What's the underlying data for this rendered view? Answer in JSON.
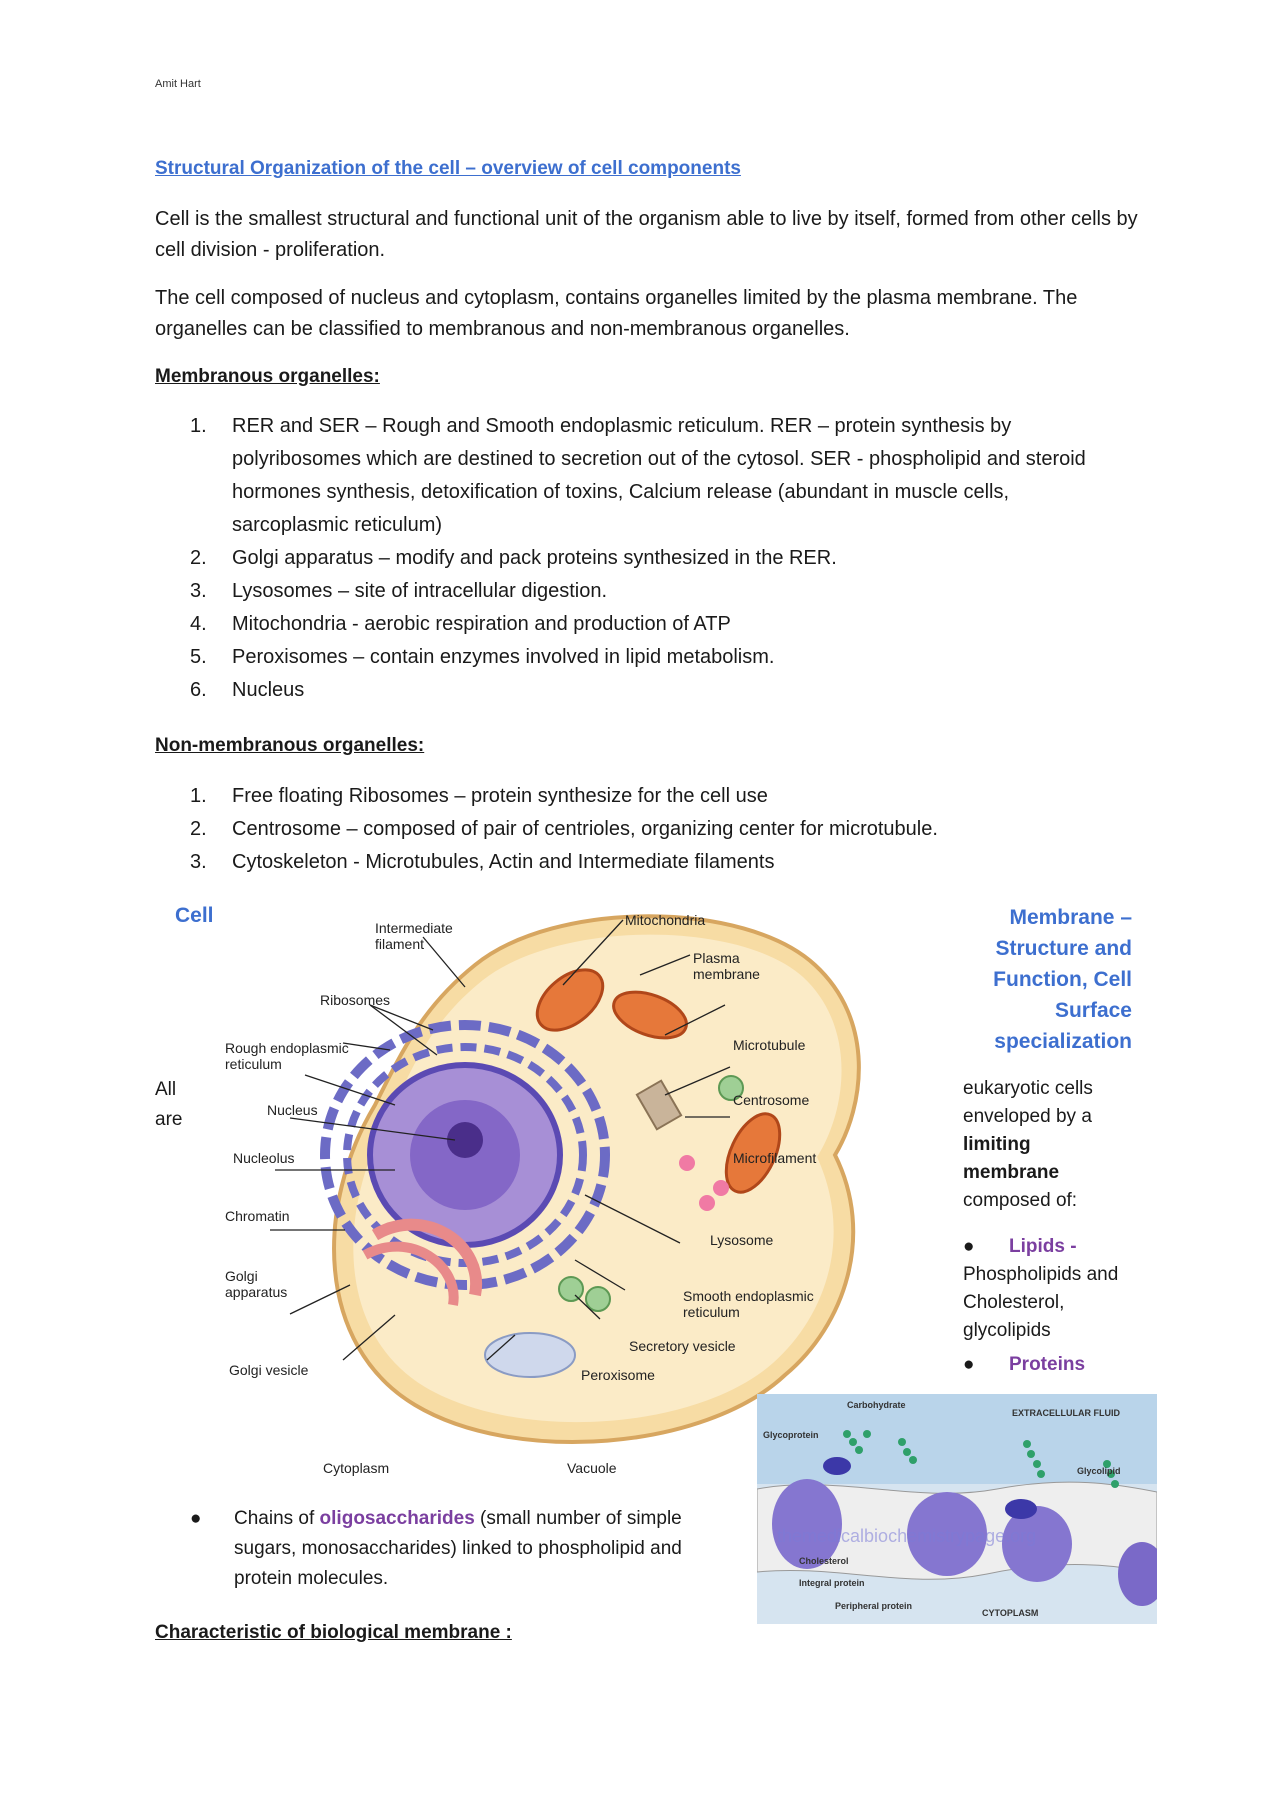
{
  "header": {
    "author": "Amit Hart"
  },
  "title": "Structural Organization of the cell – overview of cell components",
  "intro": [
    "Cell is the smallest structural and functional unit of the organism able to live by itself, formed from other cells by cell division - proliferation.",
    "The cell composed of nucleus and cytoplasm, contains organelles limited by the plasma membrane. The organelles can be classified to membranous and non-membranous organelles."
  ],
  "membranous": {
    "heading": "Membranous organelles:",
    "items": [
      {
        "num": "1.",
        "text": "RER and SER – Rough and Smooth endoplasmic reticulum. RER – protein synthesis by polyribosomes which are destined to secretion out of the cytosol. SER -  phospholipid and steroid hormones synthesis, detoxification of toxins, Calcium release (abundant in muscle cells, sarcoplasmic reticulum)"
      },
      {
        "num": "2.",
        "text": "Golgi apparatus – modify and pack proteins synthesized in the RER."
      },
      {
        "num": "3.",
        "text": "Lysosomes – site of intracellular digestion."
      },
      {
        "num": "4.",
        "text": "Mitochondria - aerobic respiration and production of ATP"
      },
      {
        "num": "5.",
        "text": "Peroxisomes – contain enzymes involved in lipid metabolism."
      },
      {
        "num": "6.",
        "text": "Nucleus"
      }
    ]
  },
  "non_membranous": {
    "heading": "Non-membranous organelles:",
    "items": [
      {
        "num": "1.",
        "text": "Free floating Ribosomes – protein synthesize for the cell use"
      },
      {
        "num": "2.",
        "text": "Centrosome – composed of pair of centrioles, organizing center for microtubule."
      },
      {
        "num": "3.",
        "text": "Cytoskeleton - Microtubules, Actin and Intermediate filaments"
      }
    ]
  },
  "cell_section": {
    "label": "Cell",
    "diagram_labels": {
      "mitochondria": "Mitochondria",
      "intermediate_filament": [
        "Intermediate",
        "filament"
      ],
      "plasma_membrane": [
        "Plasma",
        "membrane"
      ],
      "ribosomes": "Ribosomes",
      "rough_er": [
        "Rough endoplasmic",
        "reticulum"
      ],
      "microtubule": "Microtubule",
      "nucleus": "Nucleus",
      "centrosome": "Centrosome",
      "nucleolus": "Nucleolus",
      "microfilament": "Microfilament",
      "chromatin": "Chromatin",
      "lysosome": "Lysosome",
      "golgi_apparatus": [
        "Golgi",
        "apparatus"
      ],
      "smooth_er": [
        "Smooth endoplasmic",
        "reticulum"
      ],
      "secretory_vesicle": "Secretory vesicle",
      "golgi_vesicle": "Golgi vesicle",
      "peroxisome": "Peroxisome",
      "cytoplasm": "Cytoplasm",
      "vacuole": "Vacuole"
    }
  },
  "membrane_section": {
    "title_lines": [
      "Membrane –",
      "Structure and",
      "Function, Cell",
      "Surface",
      "specialization"
    ],
    "all_are": [
      "All",
      "are"
    ],
    "side_lines": [
      "eukaryotic cells",
      "enveloped by a"
    ],
    "bold_lines": [
      "limiting",
      "membrane"
    ],
    "composed": "composed of:",
    "lipids_label": "Lipids -",
    "lipids_lines": [
      "Phospholipids and",
      "Cholesterol,",
      "glycolipids"
    ],
    "proteins_label": "Proteins",
    "chains_prefix": "Chains of ",
    "chains_highlight": "oligosaccharides",
    "chains_suffix": " (small number of simple sugars, monosaccharides) linked to phospholipid and protein molecules.",
    "membrane_image_labels": {
      "carbohydrate": "Carbohydrate",
      "extracellular": "EXTRACELLULAR FLUID",
      "glycoprotein": "Glycoprotein",
      "glycolipid": "Glycolipid",
      "cholesterol": "Cholesterol",
      "integral_protein": "Integral protein",
      "peripheral_protein": "Peripheral protein",
      "cytoplasm": "CYTOPLASM",
      "watermark": "themedicalbiochemistrypage.org"
    }
  },
  "characteristic_heading": "Characteristic of biological membrane :"
}
